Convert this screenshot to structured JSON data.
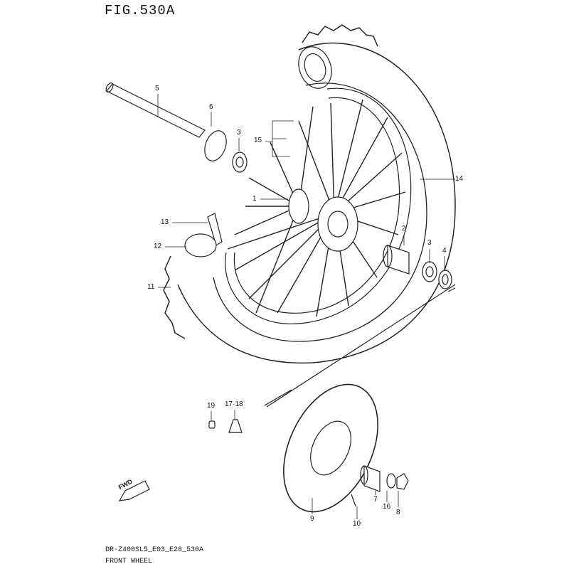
{
  "figure": {
    "title": "FIG.530A",
    "code": "DR-Z400SL5_E03_E28_530A",
    "name": "FRONT WHEEL",
    "fwd_label": "FWD"
  },
  "callouts": [
    {
      "id": "5",
      "part": "axle"
    },
    {
      "id": "6",
      "part": "speedometer-gearbox"
    },
    {
      "id": "3",
      "part": "bearing-left"
    },
    {
      "id": "15",
      "part": "spokes"
    },
    {
      "id": "1",
      "part": "hub"
    },
    {
      "id": "14",
      "part": "rim"
    },
    {
      "id": "13",
      "part": "tube"
    },
    {
      "id": "12",
      "part": "rim-band"
    },
    {
      "id": "11",
      "part": "tire"
    },
    {
      "id": "2",
      "part": "spacer"
    },
    {
      "id": "3",
      "part": "bearing-right"
    },
    {
      "id": "4",
      "part": "oil-seal"
    },
    {
      "id": "19",
      "part": "valve-cap"
    },
    {
      "id": "17·18",
      "part": "valve-nut"
    },
    {
      "id": "7",
      "part": "spacer-collar"
    },
    {
      "id": "16",
      "part": "washer"
    },
    {
      "id": "8",
      "part": "axle-nut"
    },
    {
      "id": "9",
      "part": "brake-disc"
    },
    {
      "id": "10",
      "part": "disc-bolt"
    }
  ]
}
